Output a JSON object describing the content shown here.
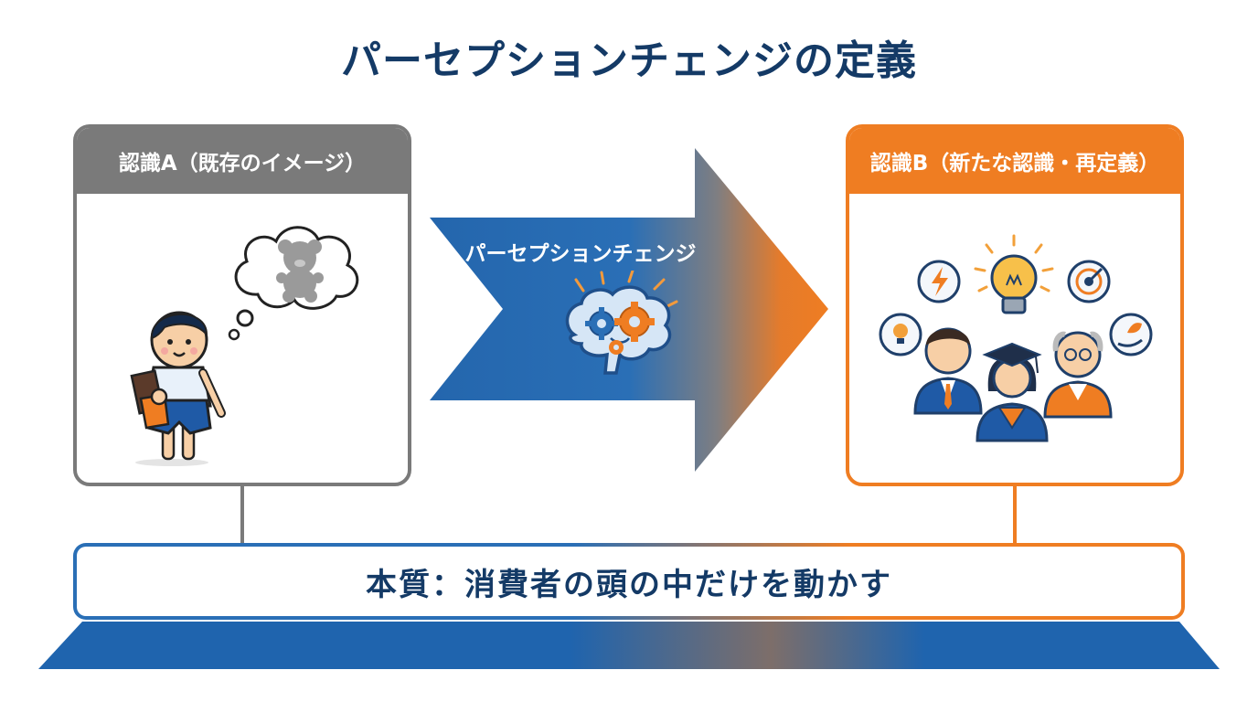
{
  "title": "パーセプションチェンジの定義",
  "panel_a": {
    "header": "認識A（既存のイメージ）"
  },
  "panel_b": {
    "header": "認識B（新たな認識・再定義）"
  },
  "arrow": {
    "label": "パーセプションチェンジ"
  },
  "essence": {
    "text": "本質：消費者の頭の中だけを動かす"
  },
  "colors": {
    "navy": "#143a66",
    "blue": "#2a6fb6",
    "orange": "#ef7d22",
    "gray": "#7a7a7a"
  },
  "icons": [
    "thought-bubble-icon",
    "teddy-bear-icon",
    "child-icon",
    "chocolate-bar-icon",
    "brain-gears-icon",
    "lightbulb-icon",
    "lightning-icon",
    "target-icon",
    "hand-leaf-icon",
    "small-bulb-icon",
    "businessman-icon",
    "student-graduate-icon",
    "elderly-man-icon"
  ]
}
